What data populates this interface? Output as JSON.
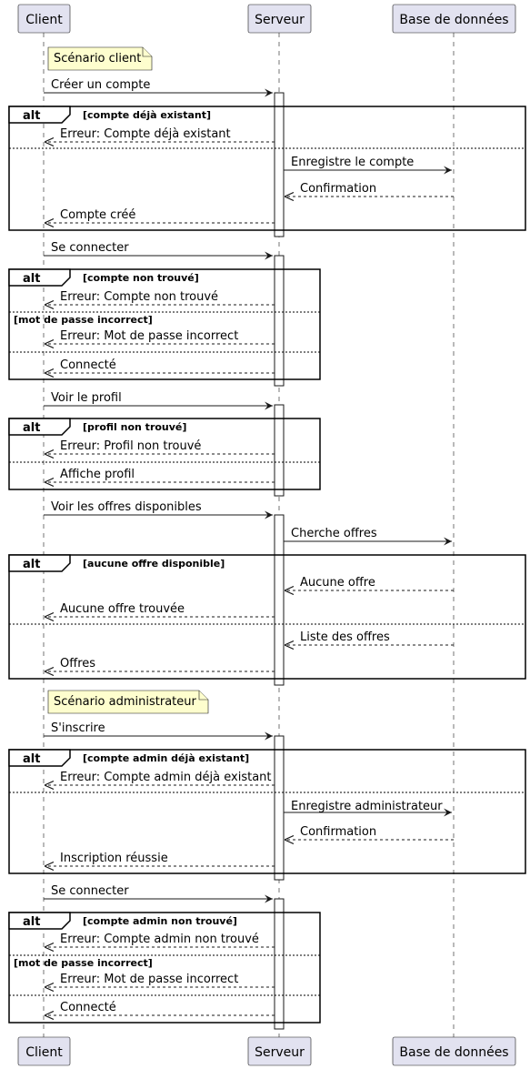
{
  "participants": [
    "Client",
    "Serveur",
    "Base de données"
  ],
  "notes": [
    "Scénario client",
    "Scénario administrateur"
  ],
  "alt_keyword": "alt",
  "messages": [
    "Créer un compte",
    "Erreur: Compte déjà existant",
    "Enregistre le compte",
    "Confirmation",
    "Compte créé",
    "Se connecter",
    "Erreur: Compte non trouvé",
    "Erreur: Mot de passe incorrect",
    "Connecté",
    "Voir le profil",
    "Erreur: Profil non trouvé",
    "Affiche profil",
    "Voir les offres disponibles",
    "Cherche offres",
    "Aucune offre",
    "Aucune offre trouvée",
    "Liste des offres",
    "Offres",
    "S'inscrire",
    "Erreur: Compte admin déjà existant",
    "Enregistre administrateur",
    "Confirmation",
    "Inscription réussie",
    "Se connecter",
    "Erreur: Compte admin non trouvé",
    "Erreur: Mot de passe incorrect",
    "Connecté"
  ],
  "guards": [
    "[compte déjà existant]",
    "[compte non trouvé]",
    "[mot de passe incorrect]",
    "[profil non trouvé]",
    "[aucune offre disponible]",
    "[compte admin déjà existant]",
    "[compte admin non trouvé]",
    "[mot de passe incorrect]"
  ]
}
